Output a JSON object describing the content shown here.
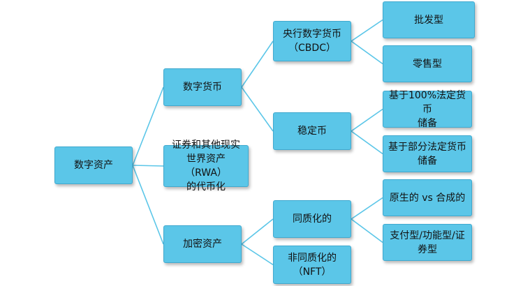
{
  "colors": {
    "node_fill": "#5bc6e8",
    "node_border": "#3fa9cf",
    "connector": "#5bc6e8"
  },
  "tree": {
    "root": "数字资产",
    "level1": [
      "数字货币",
      "证券和其他现实\n世界资产（RWA）\n的代币化",
      "加密资产"
    ],
    "level2": [
      "央行数字货币\n（CBDC）",
      "稳定币",
      "同质化的",
      "非同质化的\n（NFT）"
    ],
    "level3": [
      "批发型",
      "零售型",
      "基于100%法定货币\n储备",
      "基于部分法定货币\n储备",
      "原生的 vs 合成的",
      "支付型/功能型/证\n券型"
    ]
  }
}
